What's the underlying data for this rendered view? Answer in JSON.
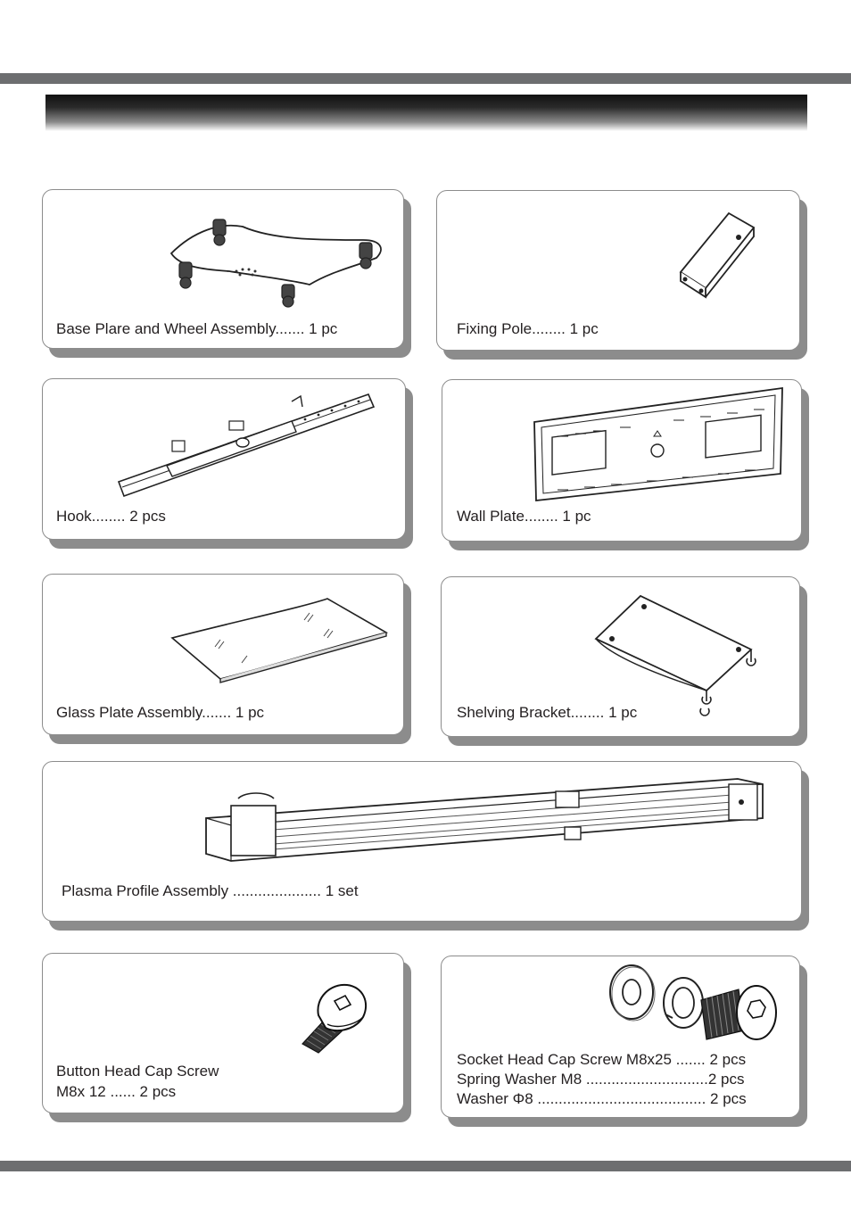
{
  "parts": {
    "base_plate": {
      "label": "Base Plare and Wheel Assembly....... 1 pc"
    },
    "fixing_pole": {
      "label": "Fixing Pole........ 1 pc"
    },
    "hook": {
      "label": "Hook........ 2 pcs"
    },
    "wall_plate": {
      "label": "Wall Plate........ 1 pc"
    },
    "glass_plate": {
      "label": "Glass Plate Assembly....... 1 pc"
    },
    "shelving_bracket": {
      "label": "Shelving Bracket........ 1 pc"
    },
    "plasma_profile": {
      "label": "Plasma Profile Assembly ..................... 1 set"
    },
    "button_screw": {
      "label_line1": "Button Head Cap Screw",
      "label_line2": "M8x 12 ...... 2 pcs"
    },
    "hardware": {
      "line1": "Socket Head Cap Screw M8x25 ....... 2 pcs",
      "line2": "Spring Washer M8 .............................2 pcs",
      "line3": "Washer Φ8 ........................................ 2 pcs"
    }
  }
}
